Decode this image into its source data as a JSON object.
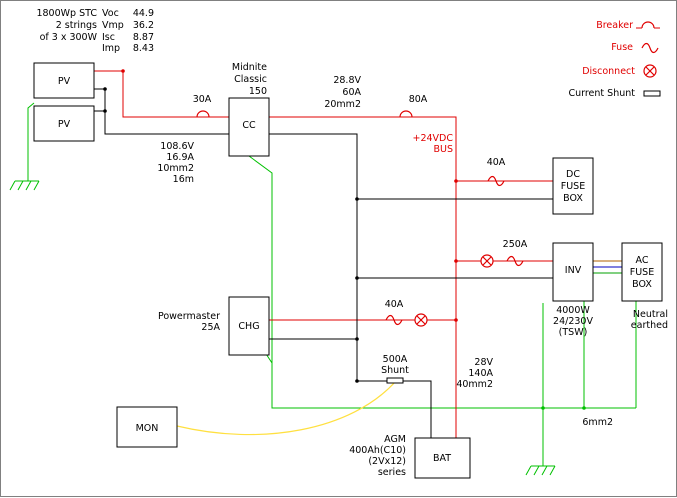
{
  "pv_spec": {
    "left": [
      "1800Wp STC",
      "2 strings",
      "of 3 x 300W"
    ],
    "keys": [
      "Voc",
      "Vmp",
      "Isc",
      "Imp"
    ],
    "values": [
      "44.9",
      "36.2",
      "8.87",
      "8.43"
    ]
  },
  "legend": {
    "breaker": "Breaker",
    "fuse": "Fuse",
    "disconnect": "Disconnect",
    "shunt": "Current Shunt"
  },
  "boxes": {
    "pv1": "PV",
    "pv2": "PV",
    "cc": "CC",
    "chg": "CHG",
    "mon": "MON",
    "bat": "BAT",
    "dc_fuse": [
      "DC",
      "FUSE",
      "BOX"
    ],
    "inv": "INV",
    "ac_fuse": [
      "AC",
      "FUSE",
      "BOX"
    ]
  },
  "labels": {
    "cc_model": [
      "Midnite",
      "Classic",
      "150"
    ],
    "pv_breaker": "30A",
    "cc_out": [
      "28.8V",
      "60A",
      "20mm2"
    ],
    "main_breaker": "80A",
    "bus": [
      "+24VDC",
      "BUS"
    ],
    "pv_cable": [
      "108.6V",
      "16.9A",
      "10mm2",
      "16m"
    ],
    "dc_fuse_rating": "40A",
    "inv_fuse": "250A",
    "inv_rating": [
      "4000W",
      "24/230V",
      "(TSW)"
    ],
    "neutral": [
      "Neutral",
      "earthed"
    ],
    "chg_model": [
      "Powermaster",
      "25A"
    ],
    "chg_fuse": "40A",
    "shunt": [
      "500A",
      "Shunt"
    ],
    "bat_cable": [
      "28V",
      "140A",
      "40mm2"
    ],
    "earth_cable": "6mm2",
    "bat_spec": [
      "AGM",
      "400Ah(C10)",
      "(2Vx12)",
      "series"
    ]
  }
}
